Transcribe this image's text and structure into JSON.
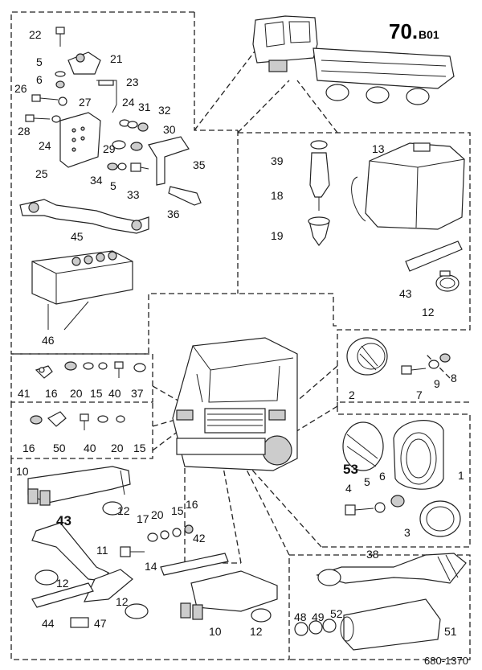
{
  "title": {
    "main": "70.",
    "sub": "B01"
  },
  "doc_code": "680-1370",
  "labels": {
    "p22": "22",
    "p21": "21",
    "p5a": "5",
    "p6a": "6",
    "p23": "23",
    "p26": "26",
    "p27": "27",
    "p24a": "24",
    "p31": "31",
    "p32": "32",
    "p28": "28",
    "p24b": "24",
    "p30": "30",
    "p29": "29",
    "p25": "25",
    "p35": "35",
    "p34": "34",
    "p5b": "5",
    "p33": "33",
    "p36": "36",
    "p45": "45",
    "p46": "46",
    "p39": "39",
    "p13": "13",
    "p18": "18",
    "p19": "19",
    "p43a": "43",
    "p12a": "12",
    "p41": "41",
    "p16a": "16",
    "p20a": "20",
    "p15a": "15",
    "p40a": "40",
    "p37": "37",
    "p16b": "16",
    "p50": "50",
    "p40b": "40",
    "p20b": "20",
    "p15b": "15",
    "p2": "2",
    "p7": "7",
    "p9": "9",
    "p8": "8",
    "p53": "53",
    "p1": "1",
    "p4": "4",
    "p5c": "5",
    "p6c": "6",
    "p3": "3",
    "p10a": "10",
    "p12b": "12",
    "p43b": "43",
    "p17": "17",
    "p20c": "20",
    "p15c": "15",
    "p16c": "16",
    "p42": "42",
    "p11": "11",
    "p14": "14",
    "p12c": "12",
    "p12d": "12",
    "p44": "44",
    "p47": "47",
    "p10b": "10",
    "p12e": "12",
    "p38": "38",
    "p48": "48",
    "p49": "49",
    "p52": "52",
    "p51": "51"
  }
}
